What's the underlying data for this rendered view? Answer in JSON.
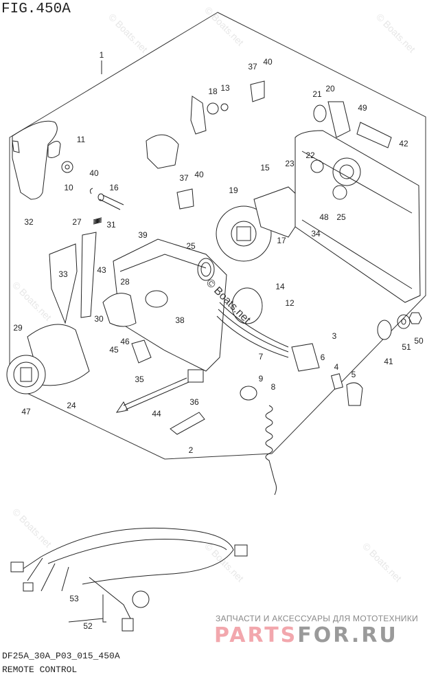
{
  "figure": "FIG.450A",
  "diagram_code": "DF25A_30A_P03_015_450A",
  "diagram_title": "REMOTE CONTROL",
  "watermarks": {
    "boats": "© Boats.net",
    "ru_tagline": "ЗАПЧАСТИ И АКСЕССУАРЫ ДЛЯ МОТОТЕХНИКИ",
    "ru_logo_part1": "PARTS",
    "ru_logo_part2": "FOR.RU"
  },
  "callouts": [
    "1",
    "40",
    "37",
    "18",
    "13",
    "21",
    "20",
    "49",
    "11",
    "42",
    "10",
    "40",
    "16",
    "37",
    "40",
    "15",
    "22",
    "23",
    "19",
    "32",
    "27",
    "31",
    "48",
    "25",
    "17",
    "34",
    "39",
    "25",
    "33",
    "43",
    "28",
    "14",
    "12",
    "30",
    "38",
    "46",
    "45",
    "29",
    "3",
    "41",
    "51",
    "50",
    "6",
    "4",
    "7",
    "9",
    "8",
    "5",
    "35",
    "47",
    "24",
    "36",
    "44",
    "2",
    "53",
    "52"
  ]
}
